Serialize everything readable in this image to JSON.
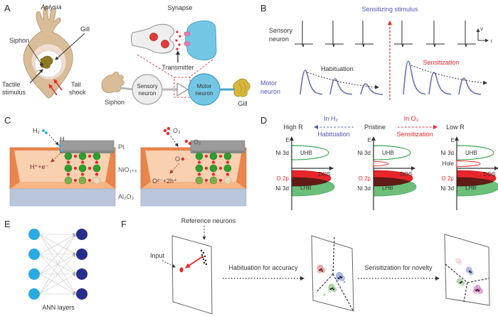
{
  "panels": {
    "a": {
      "letter": "A",
      "aplysia": {
        "title": "Aplysia",
        "gill": "Gill",
        "siphon": "Siphon",
        "tactile_1": "Tactile",
        "tactile_2": "stimulus",
        "tail_1": "Tail",
        "tail_2": "shock"
      },
      "synapse": {
        "title": "Synapse",
        "transmitter": "Transmitter"
      },
      "circuit": {
        "siphon": "Siphon",
        "sensory_1": "Sensory",
        "sensory_2": "neuron",
        "motor_1": "Motor",
        "motor_2": "neuron",
        "gill": "Gill"
      }
    },
    "b": {
      "letter": "B",
      "sensitizing_stimulus": "Sensitizing stimulus",
      "sensory_1": "Sensory",
      "sensory_2": "neuron",
      "motor_1": "Motor",
      "motor_2": "neuron",
      "habituation": "Habituation",
      "sensitization": "Sensitization",
      "v_axis": "V",
      "t_axis": "t"
    },
    "c": {
      "letter": "C",
      "h2": "H₂",
      "h": "H",
      "h_reaction": "H⁺+e⁻",
      "pt": "Pt",
      "nio": "NiO₁₊ₓ",
      "al2o3": "Al₂O₃",
      "o3": "O₃",
      "o2": "O₂",
      "o": "O",
      "o_reaction": "O²⁻+2h⁺"
    },
    "d": {
      "letter": "D",
      "col_high": "High R",
      "col_pristine": "Pristine",
      "col_low": "Low R",
      "in_h2": "In H₂",
      "habituation": "Habituation",
      "in_o3": "In O₃",
      "sensitization": "Sensitization",
      "e_axis": "E",
      "dos_axis": "DOS",
      "ni3d": "Ni 3d",
      "uhb": "UHB",
      "o2p": "O 2p",
      "lhb": "LHB",
      "hole": "Hole"
    },
    "e": {
      "letter": "E",
      "caption": "ANN layers"
    },
    "f": {
      "letter": "F",
      "reference_neurons": "Reference neurons",
      "input": "Input",
      "habituation_arrow": "Habituation for accuracy",
      "sensitization_arrow": "Sensitization for novelty"
    }
  },
  "colors": {
    "blue_text": "#5058b8",
    "red": "#e8252b",
    "cyan": "#30b4e4",
    "neuron_blue": "#74c7e4",
    "epsp": "#6a74b8",
    "node_light": "#29aae1",
    "node_dark": "#262e8c",
    "green": "#3aa84f",
    "pt_gray": "#9b9b9b",
    "nio_face": "#f9d0b0",
    "nio_side": "#e8854c",
    "al2o3": "#b9c6dc",
    "body_tan": "#d9bd98",
    "gill_yellow": "#d8b73e"
  }
}
